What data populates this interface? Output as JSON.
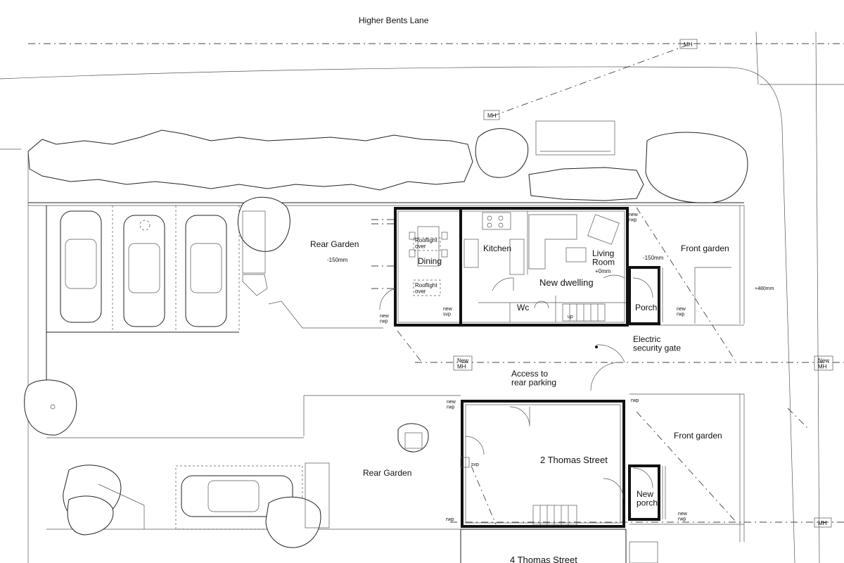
{
  "road": {
    "name": "Higher Bents Lane"
  },
  "manholes": {
    "mh_top": "MH",
    "mh_upper": "MH",
    "new_left": "New\nMH",
    "new_right": "New\nMH",
    "mh_bottom": "MH"
  },
  "new_dwelling": {
    "title": "New dwelling",
    "rooms": {
      "dining": "Dining",
      "kitchen": "Kitchen",
      "living": "Living\nRoom",
      "wc": "Wc",
      "porch": "Porch",
      "up": "up"
    },
    "rooflight_1": "Rooflight\nover",
    "rooflight_2": "Rooflight\nover",
    "level": "+0mm",
    "new_svp": "new\nsvp",
    "new_rwp_left": "new\nrwp",
    "new_rwp_topright": "new\nrwp",
    "new_rwp_porch": "new\nrwp"
  },
  "rear_garden_top": {
    "label": "Rear Garden",
    "level": "-150mm"
  },
  "front_garden_top": {
    "label": "Front garden",
    "level": "-150mm"
  },
  "level_right": "+480mm",
  "gate": {
    "label": "Electric\nsecurity gate"
  },
  "access": {
    "label": "Access to\nrear parking"
  },
  "thomas_2": {
    "title": "2 Thomas Street",
    "new_rwp_tl": "new\nrwp",
    "rwp_tr": "rwp",
    "svp": "svp",
    "rwp_bl": "rwp",
    "new_rwp_br": "new\nrwp",
    "new_porch": "New\nporch"
  },
  "rear_garden_bottom": {
    "label": "Rear Garden"
  },
  "front_garden_bottom": {
    "label": "Front garden"
  },
  "thomas_4": {
    "title": "4 Thomas Street"
  }
}
